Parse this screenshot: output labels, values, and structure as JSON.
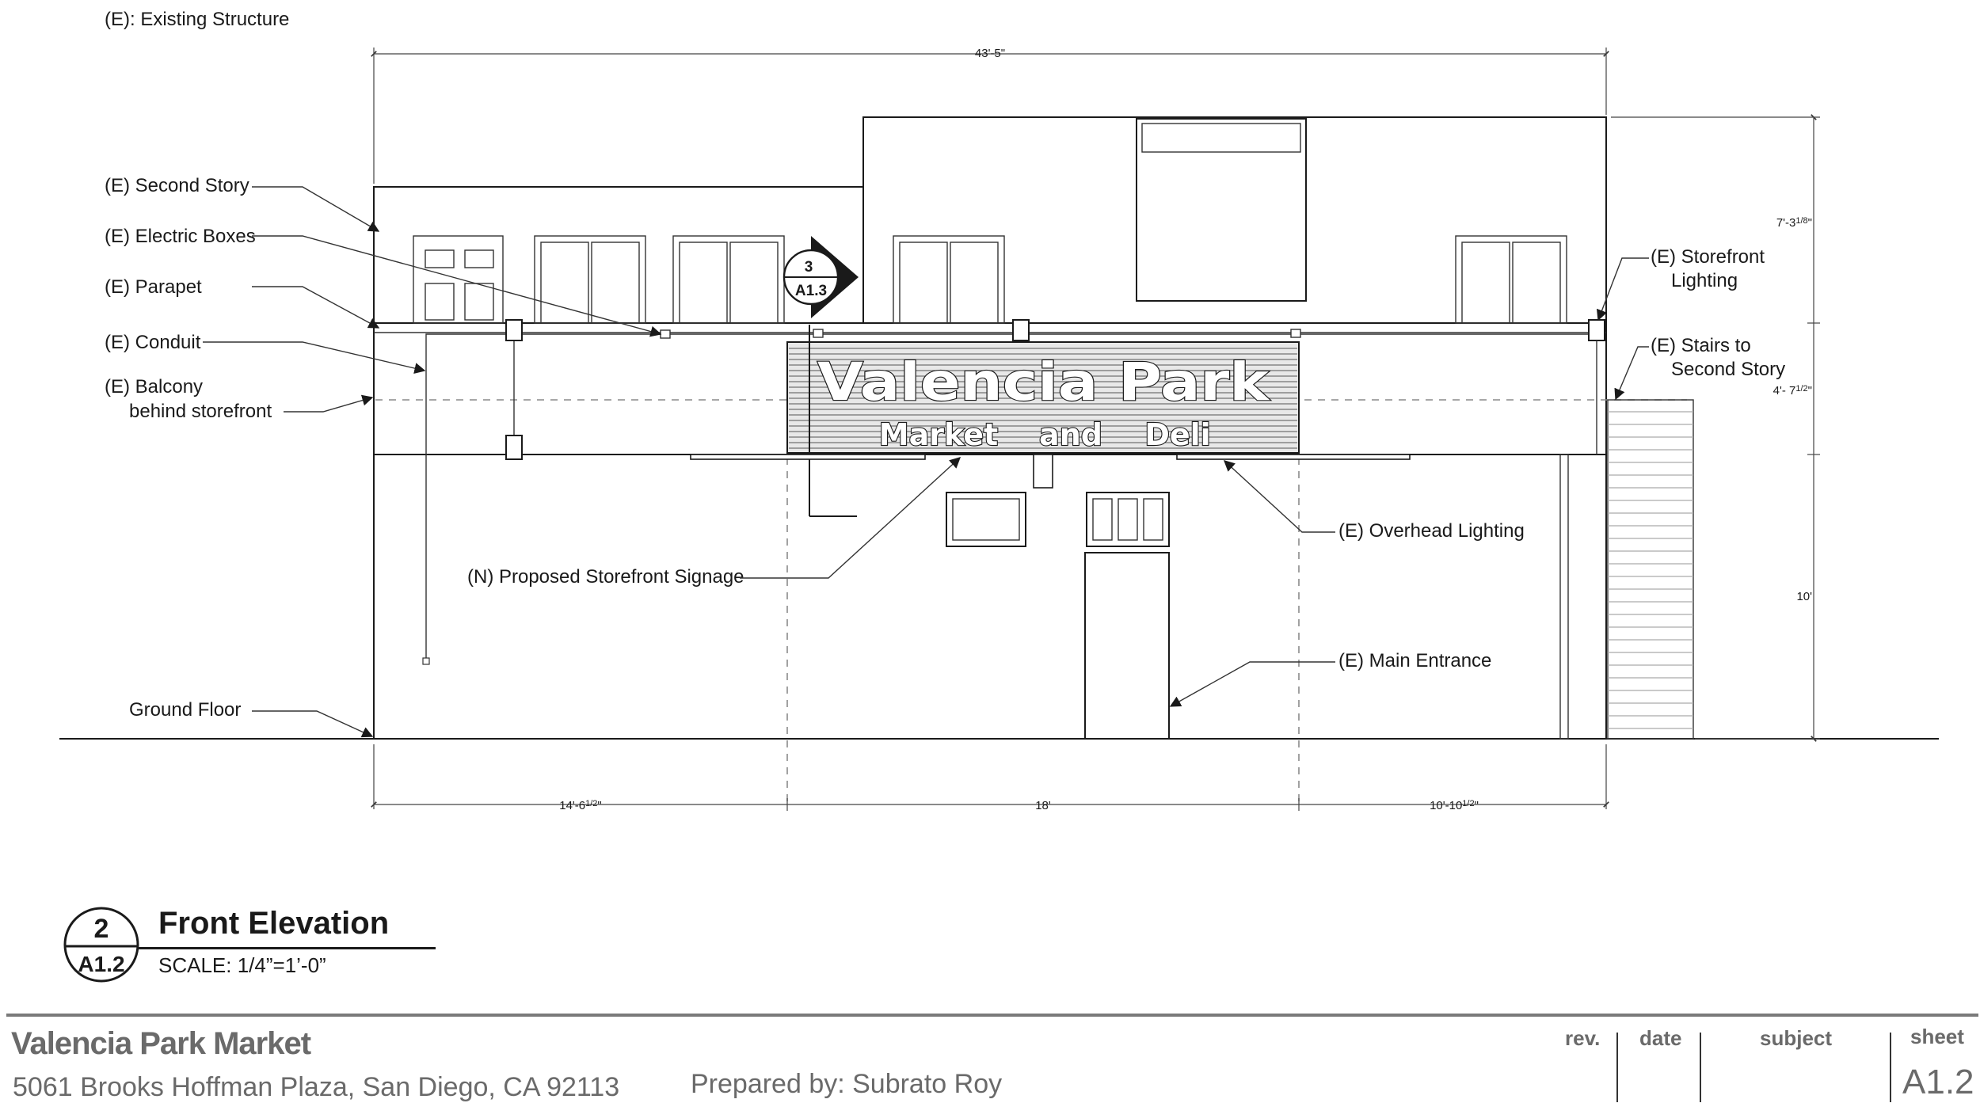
{
  "drawing": {
    "legend": "(E): Existing Structure",
    "dimensions": {
      "overall_width": "43'-5\"",
      "second_story_height": "7'-3",
      "second_story_height_frac": "1/8",
      "parapet_height": "4'- 7",
      "parapet_height_frac": "1/2",
      "ground_floor_height": "10'",
      "left_bay": "14'-6",
      "left_bay_frac": "1/2",
      "center_bay": "18'",
      "right_bay": "10'-10",
      "right_bay_frac": "1/2"
    },
    "callouts": {
      "second_story": "(E) Second Story",
      "electric_boxes": "(E) Electric Boxes",
      "parapet": "(E) Parapet",
      "conduit": "(E) Conduit",
      "balcony_line1": "(E) Balcony",
      "balcony_line2": "behind storefront",
      "ground_floor": "Ground Floor",
      "storefront_lighting_line1": "(E) Storefront",
      "storefront_lighting_line2": "Lighting",
      "stairs_line1": "(E) Stairs to",
      "stairs_line2": "Second Story",
      "overhead_lighting": "(E) Overhead Lighting",
      "proposed_signage": "(N) Proposed Storefront Signage",
      "main_entrance": "(E) Main Entrance"
    },
    "section_marker": {
      "number": "3",
      "sheet": "A1.3"
    },
    "sign": {
      "line1": "Valencia Park",
      "line2_a": "Market",
      "line2_b": "and",
      "line2_c": "Deli"
    }
  },
  "view": {
    "number": "2",
    "sheet": "A1.2",
    "title": "Front Elevation",
    "scale": "SCALE: 1/4”=1’-0”"
  },
  "title_block": {
    "project_name": "Valencia Park Market",
    "address": "5061 Brooks Hoffman Plaza, San Diego, CA 92113",
    "prepared_by": "Prepared by: Subrato Roy",
    "rev_label": "rev.",
    "date_label": "date",
    "subject_label": "subject",
    "sheet_label": "sheet",
    "sheet_number": "A1.2"
  }
}
